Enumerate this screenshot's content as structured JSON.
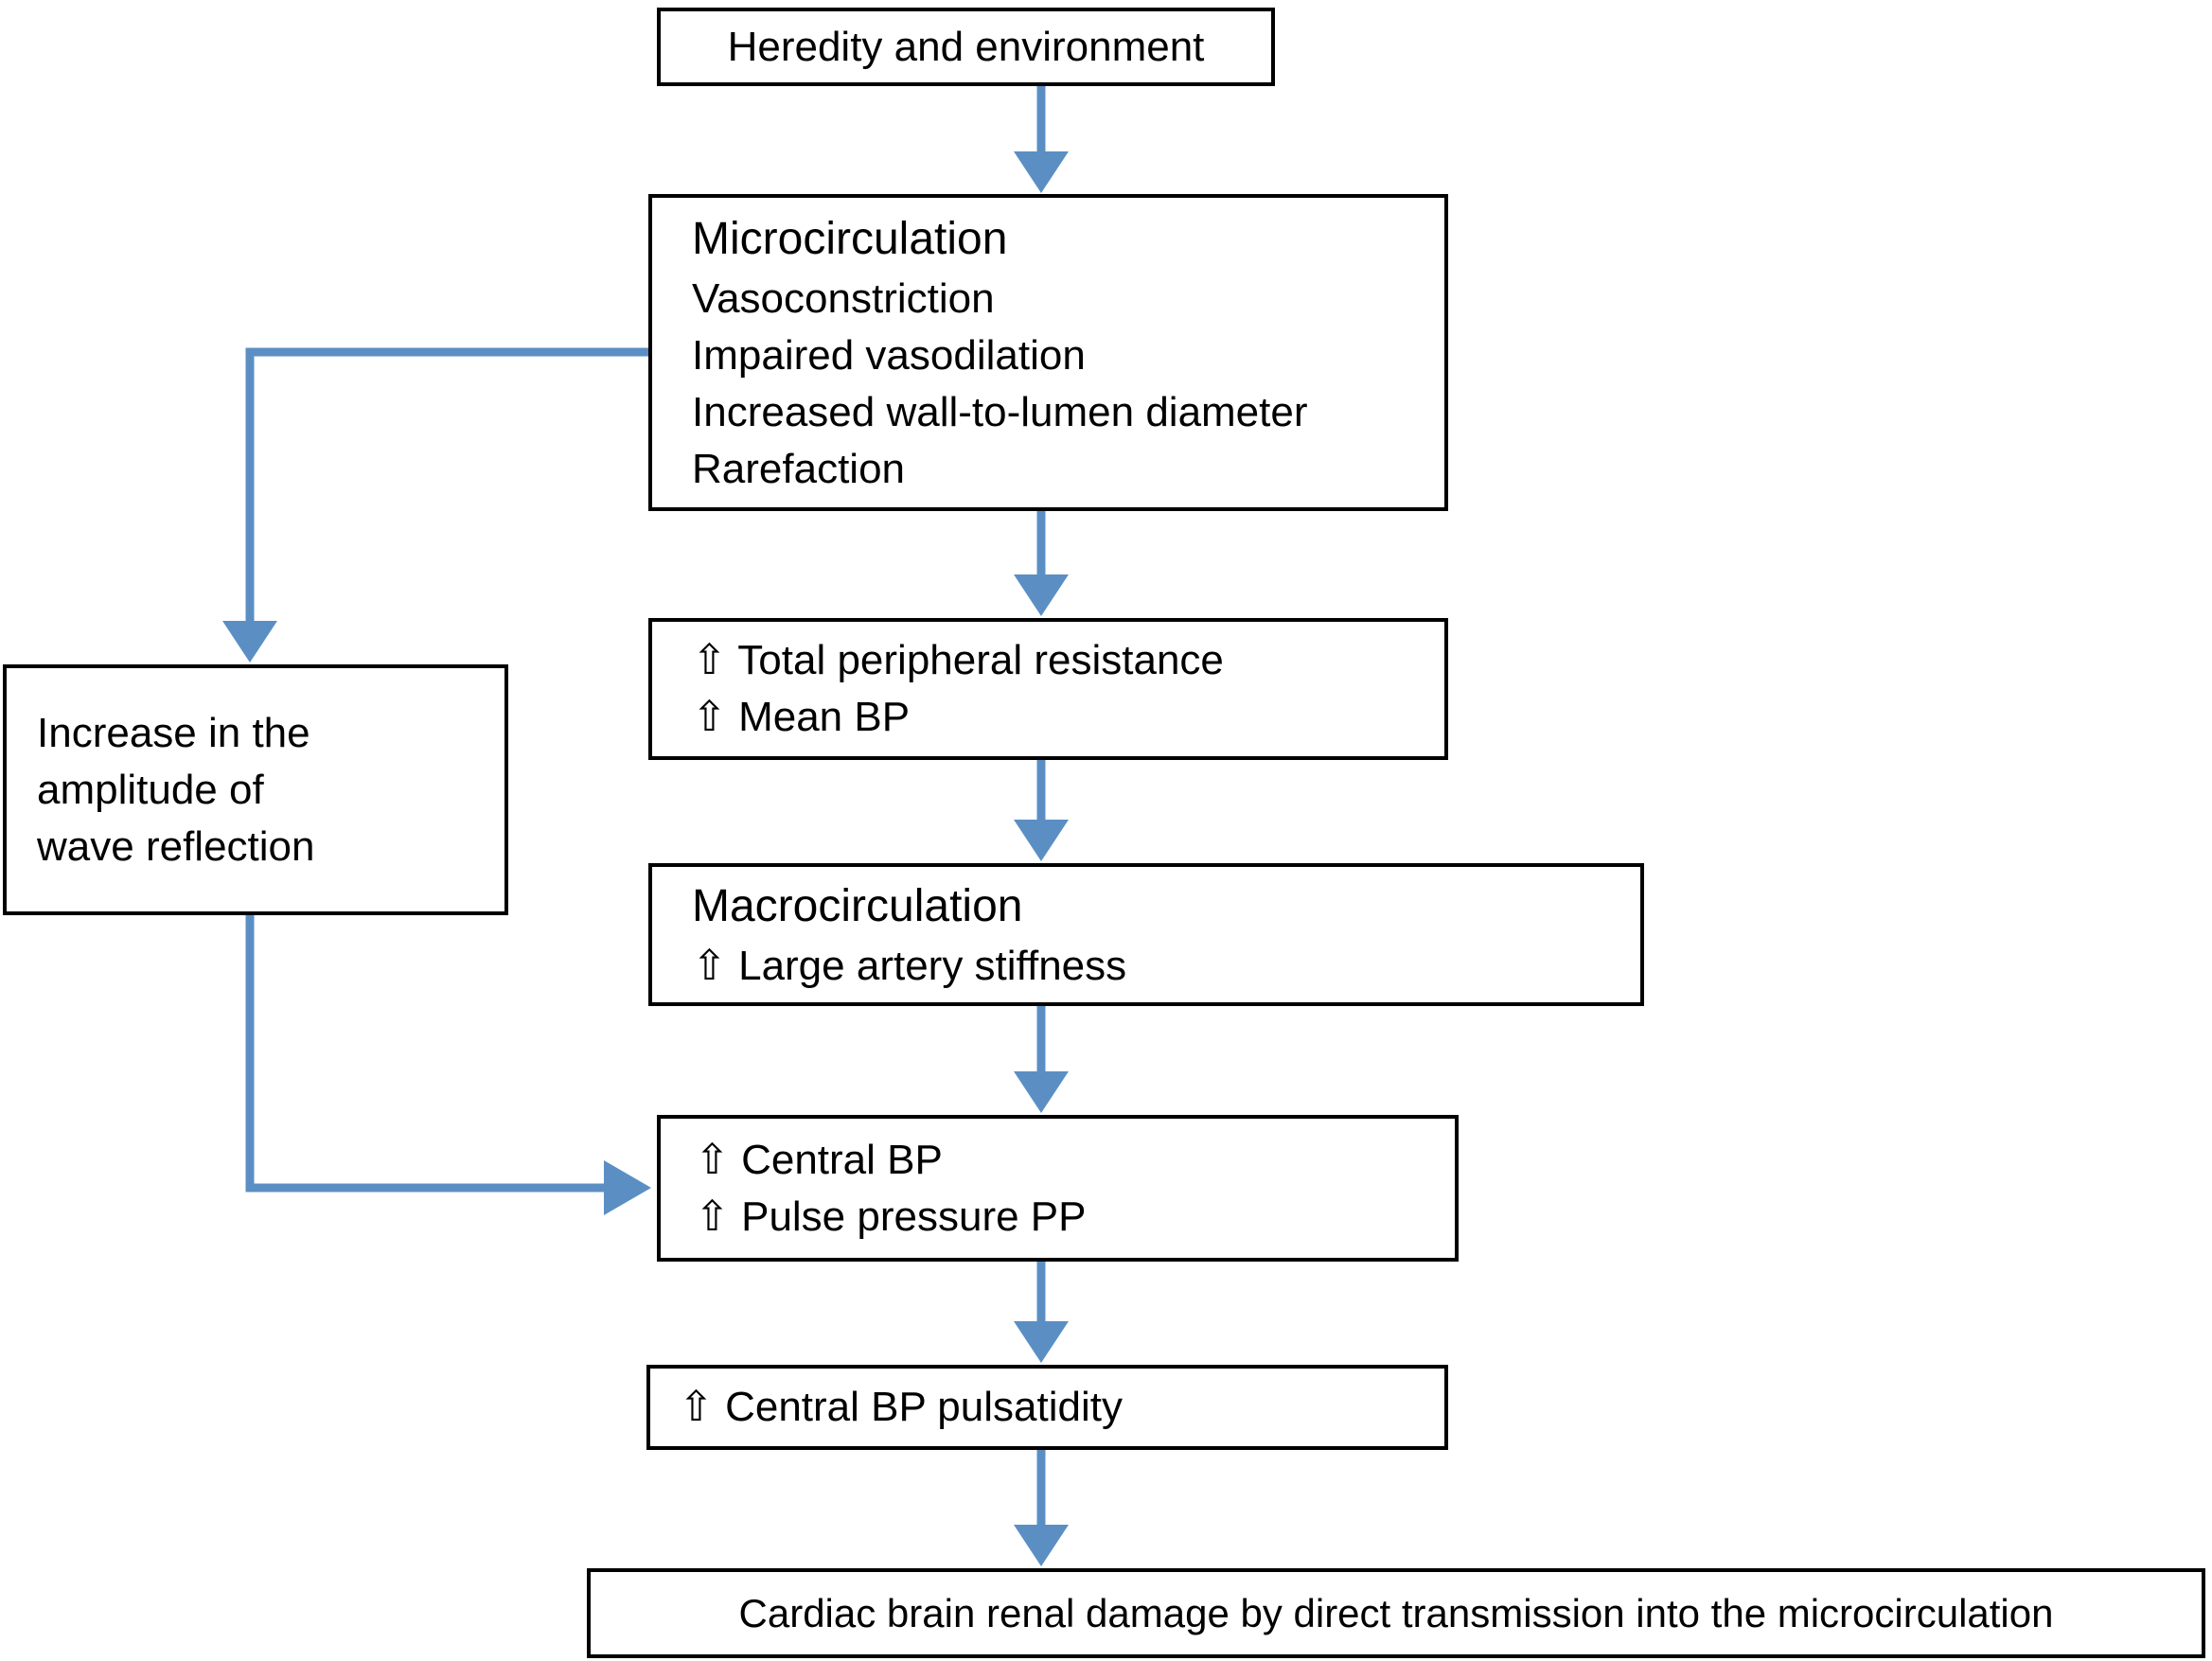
{
  "colors": {
    "arrow": "#5b8fc4",
    "box_border": "#000000",
    "box_background": "#ffffff",
    "text": "#000000",
    "page_background": "#ffffff"
  },
  "icons": {
    "up_arrow_glyph": "⇧"
  },
  "flowchart": {
    "nodes": {
      "heredity": {
        "label": "Heredity and environment"
      },
      "microcirculation": {
        "title": "Microcirculation",
        "items": [
          "Vasoconstriction",
          "Impaired vasodilation",
          "Increased wall-to-lumen diameter",
          "Rarefaction"
        ]
      },
      "resistance": {
        "lines": [
          "⇧ Total peripheral resistance",
          "⇧ Mean BP"
        ]
      },
      "macrocirculation": {
        "title": "Macrocirculation",
        "lines": [
          "⇧ Large artery stiffness"
        ]
      },
      "central_bp": {
        "lines": [
          "⇧ Central BP",
          "⇧ Pulse pressure PP"
        ]
      },
      "central_bp_pulsatidity": {
        "label": "⇧ Central BP pulsatidity"
      },
      "damage": {
        "label": "Cardiac brain renal damage by direct transmission into the microcirculation"
      },
      "wave_reflection": {
        "lines": [
          "Increase in the",
          "amplitude of",
          "wave reflection"
        ]
      }
    }
  }
}
